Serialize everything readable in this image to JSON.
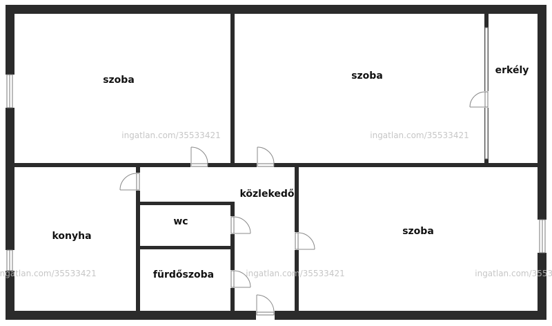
{
  "rooms": {
    "room1": "szoba",
    "room2": "szoba",
    "room3": "erkély",
    "room4": "közlekedő",
    "room5": "wc",
    "room6": "konyha",
    "room7": "fürdőszoba",
    "room8": "szoba"
  },
  "watermark": "ingatlan.com/35533421",
  "colors": {
    "wall": "#2b2b2b",
    "background": "#ffffff",
    "watermark": "#bdbdbd"
  }
}
